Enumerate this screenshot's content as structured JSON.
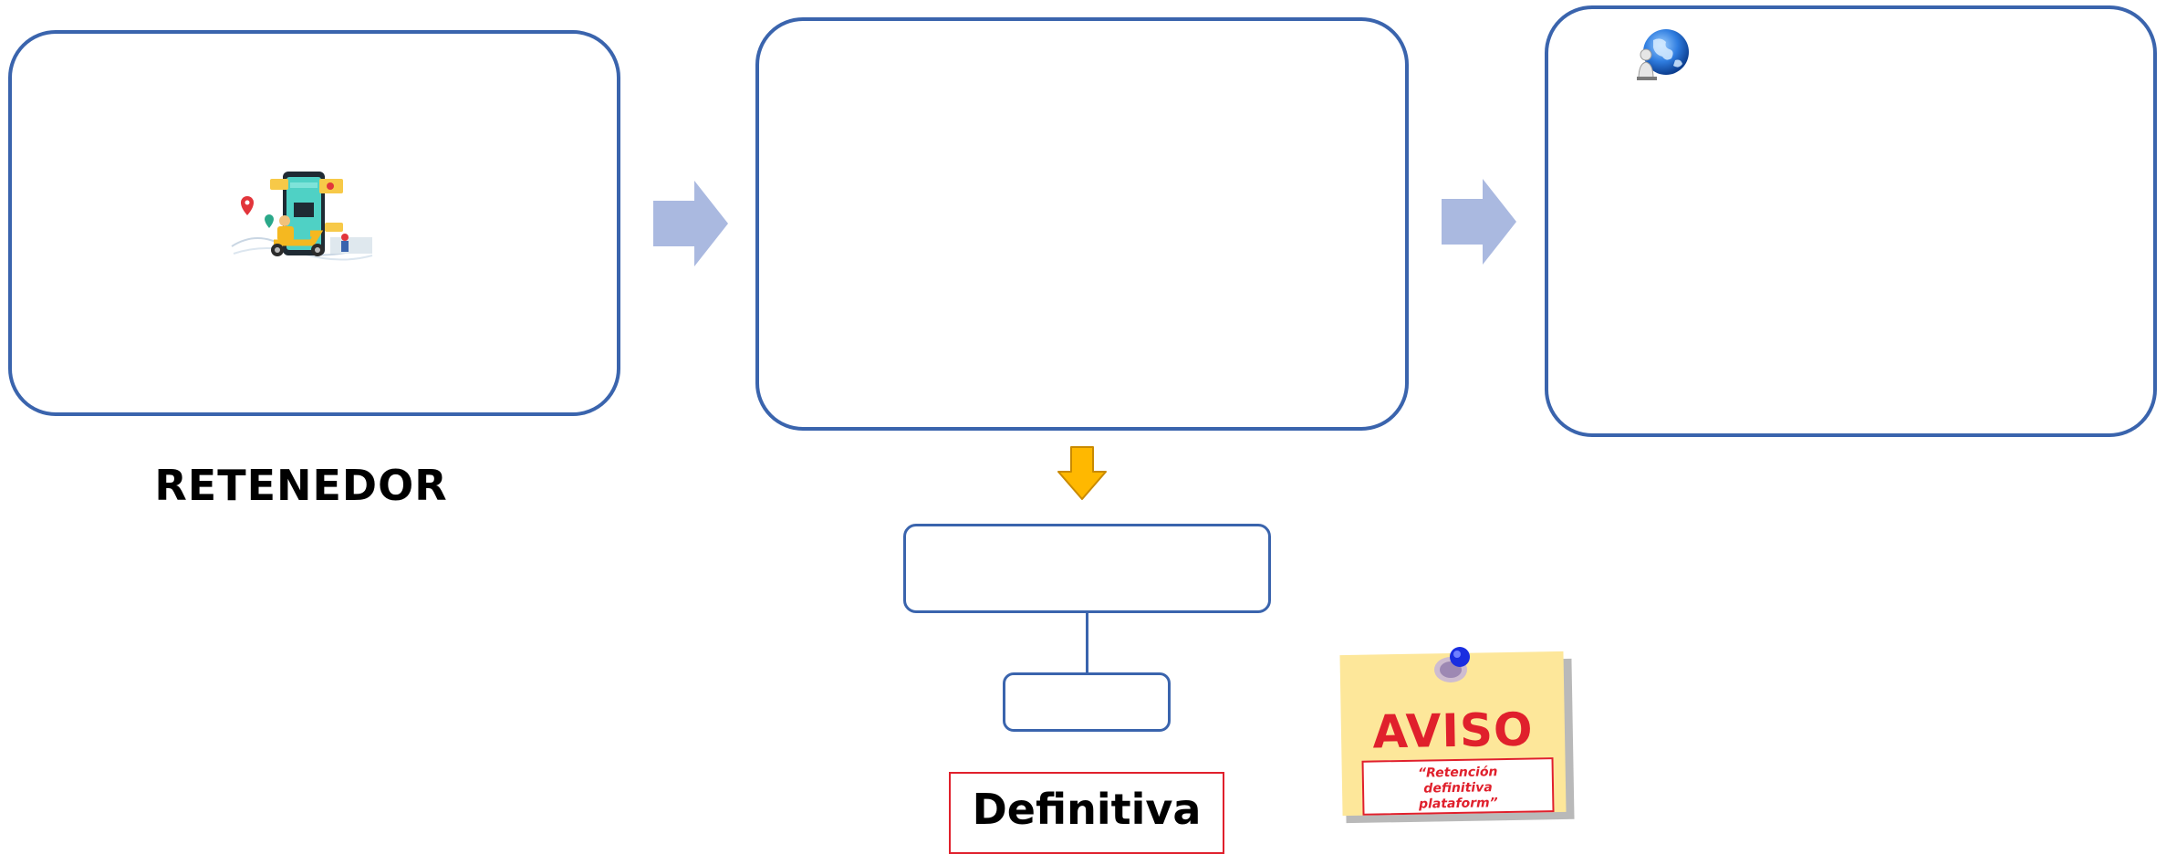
{
  "diagram": {
    "retenedor_label": "RETENEDOR",
    "definitiva_label": "Definitiva",
    "aviso": {
      "title": "AVISO",
      "note": "“Retención\ndefinitiva\nplataform”"
    },
    "icons": {
      "delivery": "delivery-app-illustration-icon",
      "globe": "globe-person-icon",
      "pin": "push-pin-icon"
    },
    "colors": {
      "box_border": "#3a64ad",
      "arrow_fill": "#aab9e0",
      "down_arrow_fill": "#ffb800",
      "aviso_red": "#e0202c",
      "sticky_yellow": "#fde79a"
    }
  }
}
